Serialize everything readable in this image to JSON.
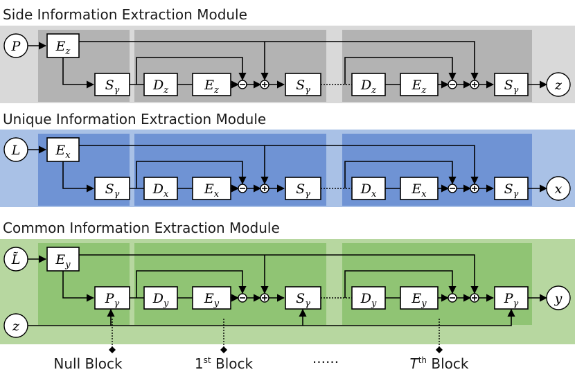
{
  "modules": [
    {
      "title": "Side Information Extraction Module",
      "input": "P",
      "output": "z",
      "encoder": {
        "base": "E",
        "sub": "z"
      },
      "decoder": {
        "base": "D",
        "sub": "z"
      },
      "first_op": {
        "base": "S",
        "sub": "γ"
      },
      "mid_op": {
        "base": "S",
        "sub": "γ"
      },
      "last_op": {
        "base": "S",
        "sub": "γ"
      },
      "colors": {
        "outer": "#d9d9d9",
        "inner": "#b3b3b3"
      }
    },
    {
      "title": "Unique Information Extraction Module",
      "input": "L",
      "output": "x",
      "encoder": {
        "base": "E",
        "sub": "x"
      },
      "decoder": {
        "base": "D",
        "sub": "x"
      },
      "first_op": {
        "base": "S",
        "sub": "γ"
      },
      "mid_op": {
        "base": "S",
        "sub": "γ"
      },
      "last_op": {
        "base": "S",
        "sub": "γ"
      },
      "colors": {
        "outer": "#a9c1e6",
        "inner": "#6f93d4"
      }
    },
    {
      "title": "Common Information Extraction Module",
      "input": "L̃",
      "output": "y",
      "side_input": "z",
      "encoder": {
        "base": "E",
        "sub": "y"
      },
      "decoder": {
        "base": "D",
        "sub": "y"
      },
      "first_op": {
        "base": "P",
        "sub": "γ"
      },
      "mid_op": {
        "base": "S",
        "sub": "γ"
      },
      "last_op": {
        "base": "P",
        "sub": "γ"
      },
      "colors": {
        "outer": "#b7d7a0",
        "inner": "#90c474"
      }
    }
  ],
  "block_labels": {
    "null": "Null Block",
    "first_prefix": "1",
    "first_sup": "st",
    "first_suffix": " Block",
    "ellipsis": "······",
    "last_prefix": "T",
    "last_sup": "th",
    "last_suffix": " Block"
  }
}
